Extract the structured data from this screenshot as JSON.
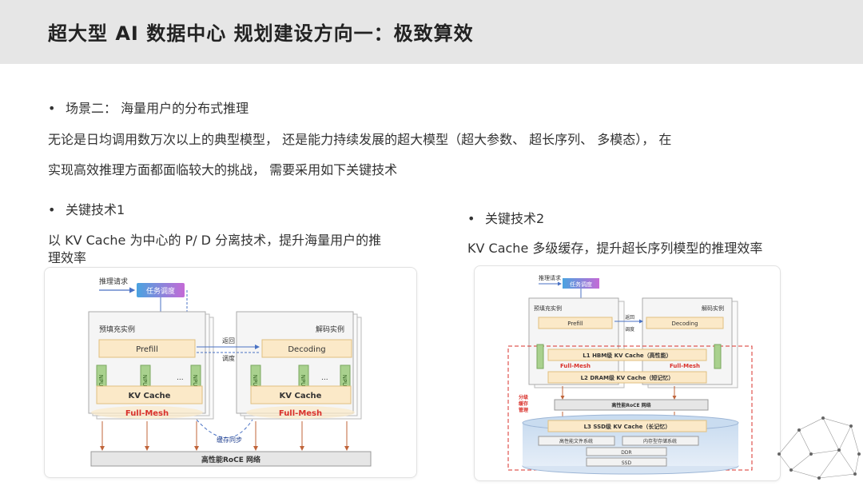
{
  "header": {
    "title": "超大型 AI 数据中心 规划建设方向一：极致算效"
  },
  "scenario": {
    "bullet": "•",
    "label": "场景二： 海量用户的分布式推理"
  },
  "intro": {
    "line1": "无论是日均调用数万次以上的典型模型， 还是能力持续发展的超大模型（超大参数、 超长序列、 多模态）， 在",
    "line2": "实现高效推理方面都面临较大的挑战， 需要采用如下关键技术"
  },
  "tech1": {
    "bullet": "•",
    "label": "关键技术1",
    "desc1": "以 KV Cache 为中心的 P/ D 分离技术，提升海量用户的推",
    "desc2": "理效率",
    "diagram": {
      "request": "推理请求",
      "scheduler": "任务调度",
      "prefill_instance": "预填充实例",
      "decode_instance": "解码实例",
      "prefill": "Prefill",
      "decoding": "Decoding",
      "return": "返回",
      "schedule": "调度",
      "npu": "NPU",
      "ellipsis": "...",
      "kv_cache": "KV Cache",
      "full_mesh": "Full-Mesh",
      "cache_sync": "缓存同步",
      "roce": "高性能RoCE 网络"
    }
  },
  "tech2": {
    "bullet": "•",
    "label": "关键技术2",
    "desc": "KV  Cache 多级缓存，提升超长序列模型的推理效率",
    "diagram": {
      "request": "推理请求",
      "scheduler": "任务调度",
      "prefill_instance": "预填充实例",
      "decode_instance": "解码实例",
      "prefill": "Prefill",
      "decoding": "Decoding",
      "return": "返回",
      "schedule": "调度",
      "l1": "L1 HBM级 KV Cache（高性能）",
      "full_mesh": "Full-Mesh",
      "l2": "L2 DRAM级 KV Cache（短记忆）",
      "tier_mgmt": [
        "分级",
        "缓存",
        "管理"
      ],
      "roce": "高性能RoCE 网络",
      "l3": "L3 SSD级 KV Cache（长记忆）",
      "fs": "高性能文件系统",
      "mem_store": "内存型存储系统",
      "ddr": "DDR",
      "ssd": "SSD"
    }
  },
  "colors": {
    "header_bg": "#e6e6e6",
    "prefill_box": "#fbe9c8",
    "full_mesh": "#d9312b",
    "npu": "#a9d18e",
    "scheduler": "#6a7fd8",
    "dashed_red": "#d9312b"
  }
}
